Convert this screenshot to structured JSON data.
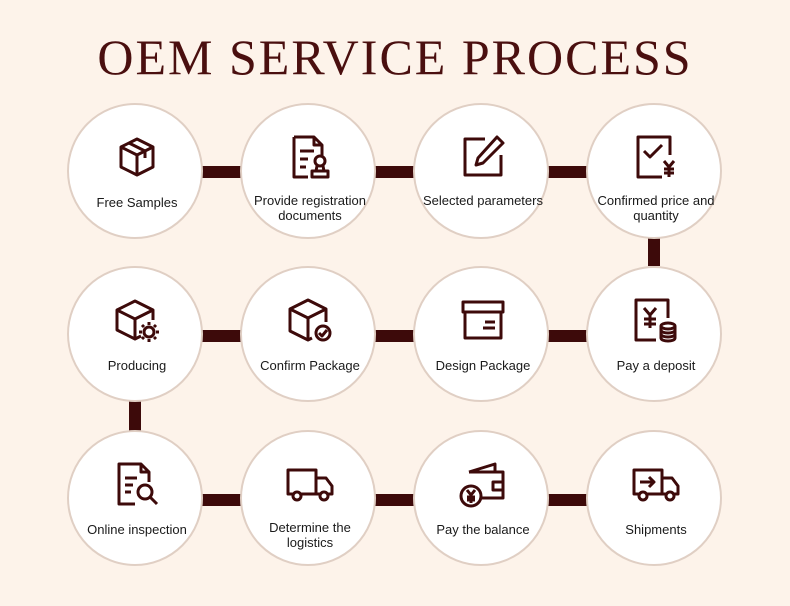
{
  "title": "OEM SERVICE PROCESS",
  "colors": {
    "accent": "#4a0f0f",
    "connector": "#3d0a0a",
    "background": "#fdf3ea"
  },
  "steps": [
    {
      "label": "Free Samples",
      "icon": "box-icon"
    },
    {
      "label": "Provide registration documents",
      "icon": "document-stamp-icon"
    },
    {
      "label": "Selected parameters",
      "icon": "edit-square-icon"
    },
    {
      "label": "Confirmed price and quantity",
      "icon": "price-check-icon"
    },
    {
      "label": "Pay a deposit",
      "icon": "yen-coins-icon"
    },
    {
      "label": "Design Package",
      "icon": "package-design-icon"
    },
    {
      "label": "Confirm Package",
      "icon": "package-confirm-icon"
    },
    {
      "label": "Producing",
      "icon": "box-gear-icon"
    },
    {
      "label": "Online inspection",
      "icon": "document-search-icon"
    },
    {
      "label": "Determine the logistics",
      "icon": "truck-icon"
    },
    {
      "label": "Pay the balance",
      "icon": "wallet-yen-icon"
    },
    {
      "label": "Shipments",
      "icon": "shipping-truck-icon"
    }
  ]
}
